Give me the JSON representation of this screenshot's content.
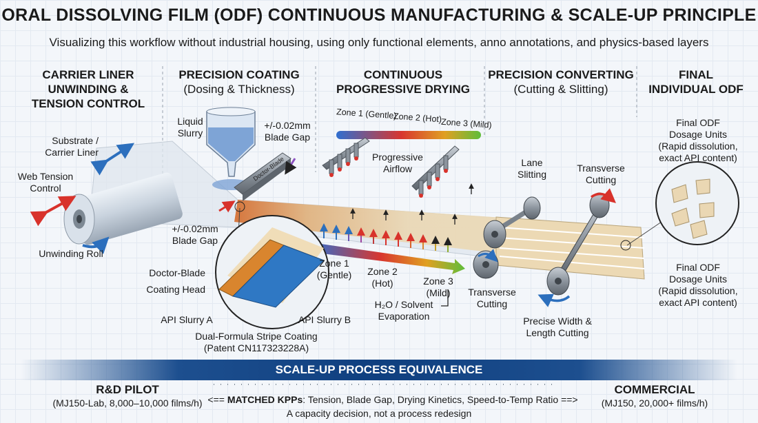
{
  "title": "ORAL DISSOLVING FILM (ODF) CONTINUOUS MANUFACTURING & SCALE-UP PRINCIPLE",
  "subtitle": "Visualizing this workflow without industrial housing, using only functional elements, anno annotations, and physics-based layers",
  "stages": [
    {
      "line1": "CARRIER LINER",
      "line2": "UNWINDING &",
      "line3": "TENSION CONTROL"
    },
    {
      "line1": "PRECISION COATING",
      "sub": "(Dosing & Thickness)"
    },
    {
      "line1": "CONTINUOUS",
      "line2": "PROGRESSIVE DRYING"
    },
    {
      "line1": "PRECISION CONVERTING",
      "sub": "(Cutting & Slitting)"
    },
    {
      "line1": "FINAL",
      "line2": "INDIVIDUAL ODF"
    }
  ],
  "labels": {
    "substrate_1": "Substrate /",
    "substrate_2": "Carrier Liner",
    "web_tension_1": "Web Tension",
    "web_tension_2": "Control",
    "unwinding_roll": "Unwinding Roll",
    "liquid_slurry_1": "Liquid",
    "liquid_slurry_2": "Slurry",
    "blade_gap_top_1": "+/-0.02mm",
    "blade_gap_top_2": "Blade Gap",
    "blade_gap_bottom_1": "+/-0.02mm",
    "blade_gap_bottom_2": "Blade Gap",
    "doctor_blade_tag": "Doctor-Blade",
    "doctor_blade": "Doctor-Blade",
    "coating_head": "Coating Head",
    "api_slurry_a": "API Slurry A",
    "api_slurry_b": "API Slurry B",
    "dual_formula_1": "Dual-Formula Stripe Coating",
    "dual_formula_2": "(Patent CN117323228A)",
    "zone1_gentle": "Zone 1 (Gentle)",
    "zone2_hot": "Zone 2 (Hot)",
    "zone3_mild": "Zone 3 (Mild)",
    "progressive_airflow_1": "Progressive",
    "progressive_airflow_2": "Airflow",
    "zone1_b_1": "Zone 1",
    "zone1_b_2": "(Gentle)",
    "zone2_b_1": "Zone 2",
    "zone2_b_2": "(Hot)",
    "zone3_b_1": "Zone 3",
    "zone3_b_2": "(Mild)",
    "evaporation_1": "H₂O / Solvent",
    "evaporation_2": "Evaporation",
    "lane_slitting_1": "Lane",
    "lane_slitting_2": "Slitting",
    "transverse_top_1": "Transverse",
    "transverse_top_2": "Cutting",
    "transverse_bottom_1": "Transverse",
    "transverse_bottom_2": "Cutting",
    "precise_cut_1": "Precise Width &",
    "precise_cut_2": "Length Cutting",
    "final_top_1": "Final ODF",
    "final_top_2": "Dosage Units",
    "final_top_3": "(Rapid dissolution,",
    "final_top_4": "exact API content)",
    "final_bottom_1": "Final ODF",
    "final_bottom_2": "Dosage Units",
    "final_bottom_3": "(Rapid dissolution,",
    "final_bottom_4": "exact API content)"
  },
  "scaleup": {
    "banner": "SCALE-UP PROCESS EQUIVALENCE",
    "rd_title": "R&D PILOT",
    "rd_sub": "(MJ150-Lab, 8,000–10,000 films/h)",
    "commercial_title": "COMMERCIAL",
    "commercial_sub": "(MJ150, 20,000+ films/h)",
    "arrow_left": "<==",
    "kpps_bold": "MATCHED KPPs",
    "kpps_rest": ": Tension, Blade Gap, Drying Kinetics, Speed-to-Temp Ratio",
    "arrow_right": "==>",
    "footer": "A capacity decision, not a process redesign"
  },
  "colors": {
    "accent_blue": "#2c6fbd",
    "accent_red": "#d8322b",
    "film_tan": "#e9d2a6",
    "slurry_orange": "#d9852e",
    "slurry_blue": "#2f78c4",
    "banner_blue": "#12457f"
  }
}
